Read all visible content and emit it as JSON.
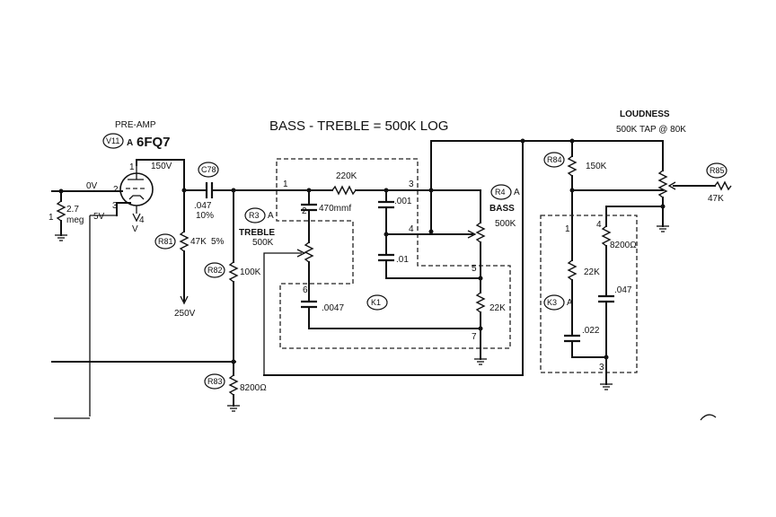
{
  "title": "BASS - TREBLE = 500K LOG",
  "preamp": {
    "label": "PRE-AMP",
    "ref": "V11",
    "ref_suffix": "A",
    "tube": "6FQ7"
  },
  "loudness": {
    "label": "LOUDNESS",
    "spec": "500K TAP @ 80K"
  },
  "voltages": {
    "v150": "150V",
    "v0": "0V",
    "v5": "5V",
    "v250": "250V",
    "v_pin": "V"
  },
  "pins": {
    "p1": "1",
    "p2": "2",
    "p3": "3",
    "p4": "4"
  },
  "grid_res": {
    "value": "2.7",
    "unit": "meg",
    "node": "1"
  },
  "refs": {
    "c78": "C78",
    "r81": "R81",
    "r82": "R82",
    "r83": "R83",
    "r3": "R3",
    "r4": "R4",
    "k1": "K1",
    "r84": "R84",
    "r85": "R85",
    "k3": "K3"
  },
  "ref_suffix": "A",
  "values": {
    "c78": ".047",
    "c78_tol": "10%",
    "r81": "47K",
    "r81_tol": "5%",
    "r82": "100K",
    "r83": "8200Ω",
    "r220k": "220K",
    "c470": "470mmf",
    "c001": ".001",
    "c01": ".01",
    "c0047": ".0047",
    "r22k": "22K",
    "r84": "150K",
    "r85": "47K",
    "k3_r": "8200Ω",
    "k3_r22k": "22K",
    "k3_c047": ".047",
    "k3_c022": ".022"
  },
  "treble": {
    "label": "TREBLE",
    "value": "500K"
  },
  "bass": {
    "label": "BASS",
    "value": "500K"
  },
  "k1_nodes": {
    "n1": "1",
    "n2": "2",
    "n3": "3",
    "n4": "4",
    "n5": "5",
    "n6": "6",
    "n7": "7"
  },
  "k3_nodes": {
    "n1": "1",
    "n3": "3",
    "n4": "4"
  }
}
